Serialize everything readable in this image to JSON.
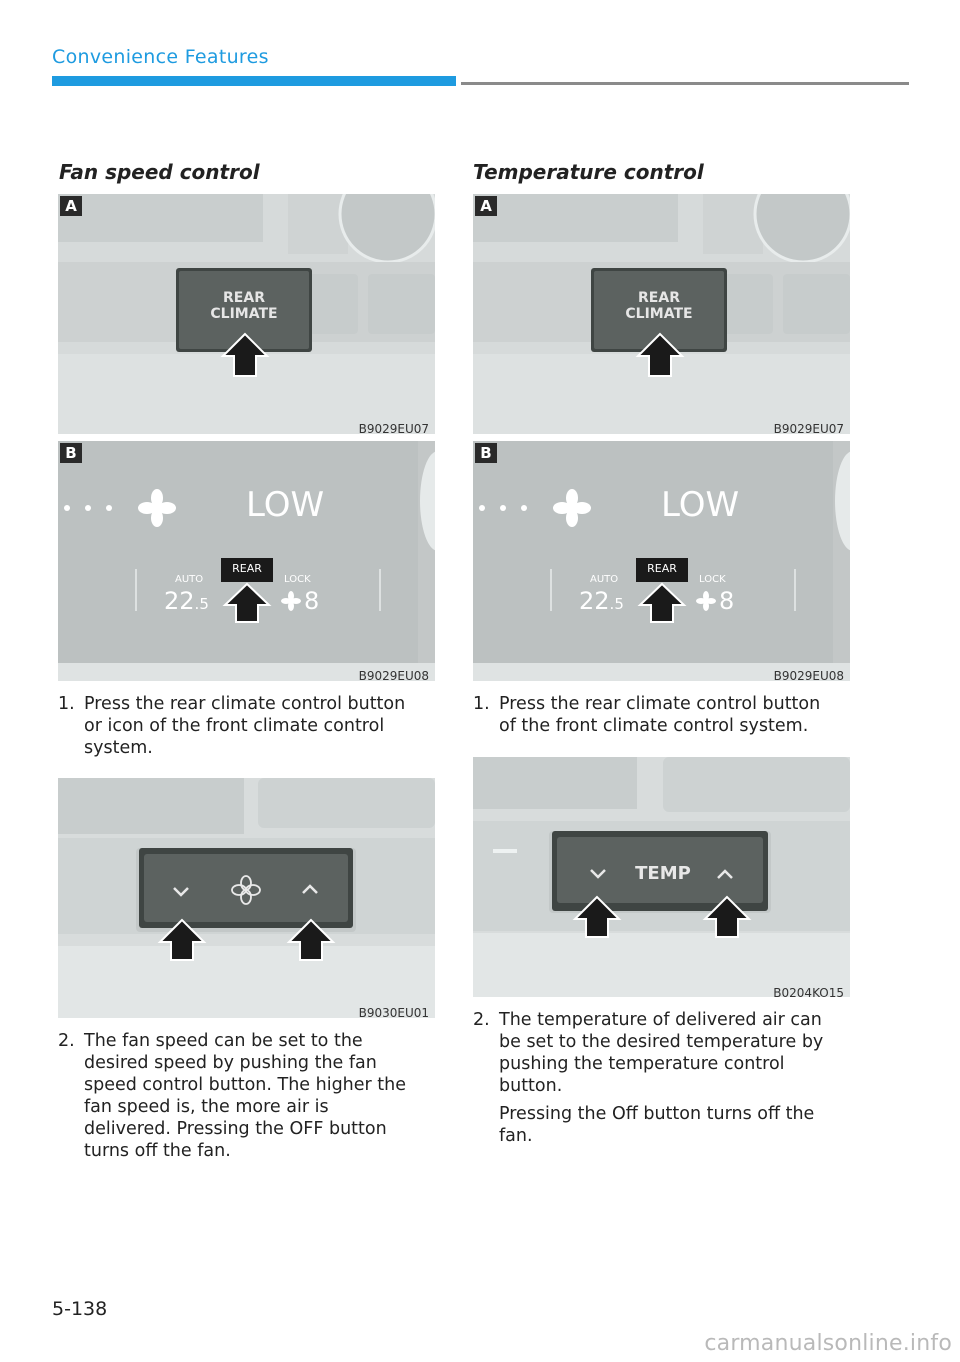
{
  "header": {
    "title": "Convenience Features"
  },
  "left": {
    "title": "Fan speed control",
    "fig_a": {
      "badge": "A",
      "button_line1": "REAR",
      "button_line2": "CLIMATE",
      "code": "B9029EU07"
    },
    "fig_b": {
      "badge": "B",
      "display": "LOW",
      "rear": "REAR",
      "auto": "AUTO",
      "temp": "22",
      "temp_dec": ".5",
      "lock": "LOCK",
      "fan_level": "8",
      "code": "B9029EU08"
    },
    "step1": {
      "num": "1.",
      "text": "Press the rear climate control button or icon of the front climate control system."
    },
    "fig_c": {
      "code": "B9030EU01"
    },
    "step2": {
      "num": "2.",
      "text": "The fan speed can be set to the desired speed by pushing the fan speed control button. The higher the fan speed is, the more air is delivered. Pressing the OFF button turns off the fan."
    }
  },
  "right": {
    "title": "Temperature control",
    "fig_a": {
      "badge": "A",
      "button_line1": "REAR",
      "button_line2": "CLIMATE",
      "code": "B9029EU07"
    },
    "fig_b": {
      "badge": "B",
      "display": "LOW",
      "rear": "REAR",
      "auto": "AUTO",
      "temp": "22",
      "temp_dec": ".5",
      "lock": "LOCK",
      "fan_level": "8",
      "code": "B9029EU08"
    },
    "step1": {
      "num": "1.",
      "text": "Press the rear climate control button of the front climate control system."
    },
    "fig_c": {
      "button_label": "TEMP",
      "code": "B0204KO15"
    },
    "step2": {
      "num": "2.",
      "text": "The temperature of delivered air can be set to the desired temperature by pushing the temperature control button.",
      "note": "Pressing the Off button turns off the fan."
    }
  },
  "footer": {
    "page_number": "5-138",
    "watermark": "carmanualsonline.info"
  },
  "colors": {
    "accent": "#1e9be0",
    "panel": "#d4d8d8",
    "button": "#5c6260"
  },
  "icons": [
    "arrow-up-icon",
    "fan-icon",
    "chevron-down-icon",
    "chevron-up-icon"
  ]
}
